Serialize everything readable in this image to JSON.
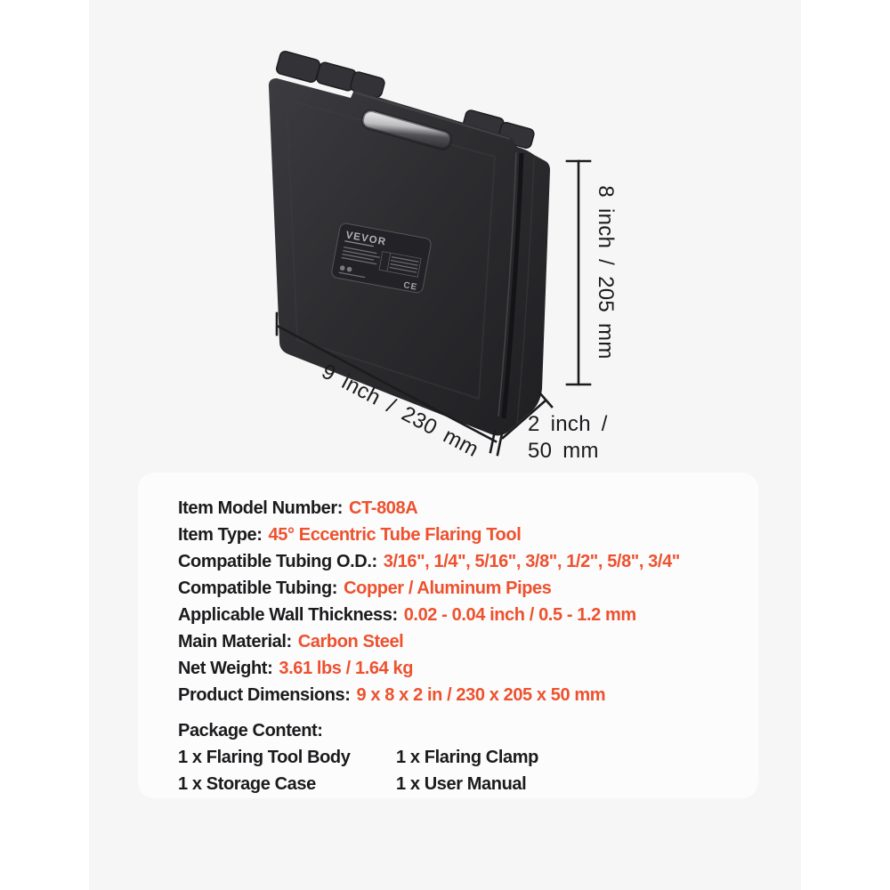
{
  "case_label": {
    "brand": "VEVOR",
    "ce": "CE"
  },
  "dimensions": {
    "height": "8 inch / 205 mm",
    "width": "9 inch / 230 mm",
    "depth_line1": "2 inch /",
    "depth_line2": "50 mm"
  },
  "specs": [
    {
      "label": "Item Model Number:",
      "value": "CT-808A"
    },
    {
      "label": "Item Type:",
      "value": "45° Eccentric Tube Flaring Tool"
    },
    {
      "label": "Compatible Tubing O.D.:",
      "value": "3/16\", 1/4\", 5/16\", 3/8\", 1/2\", 5/8\", 3/4\""
    },
    {
      "label": "Compatible Tubing:",
      "value": "Copper / Aluminum Pipes"
    },
    {
      "label": "Applicable Wall Thickness:",
      "value": "0.02 - 0.04 inch / 0.5 - 1.2 mm"
    },
    {
      "label": "Main Material:",
      "value": "Carbon Steel"
    },
    {
      "label": "Net Weight:",
      "value": "3.61 lbs / 1.64 kg"
    },
    {
      "label": "Product Dimensions:",
      "value": "9 x 8 x 2 in / 230 x 205 x 50 mm"
    }
  ],
  "package": {
    "title": "Package Content:",
    "items": [
      "1 x Flaring Tool Body",
      "1 x Flaring Clamp",
      "1 x Storage Case",
      "1 x User Manual"
    ]
  },
  "colors": {
    "accent": "#EE512E",
    "text": "#1B1B1D",
    "case_body": "#2D2D30",
    "panel_bg": "#F6F6F7",
    "card_bg": "#FCFCFD"
  }
}
